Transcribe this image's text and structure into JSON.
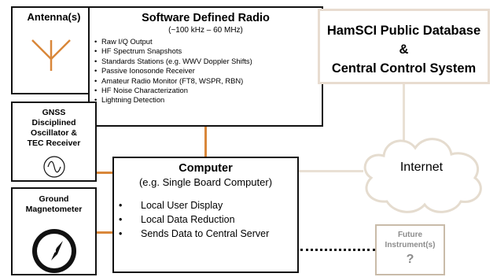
{
  "antenna": {
    "title": "Antenna(s)"
  },
  "sdr": {
    "title": "Software Defined Radio",
    "subtitle": "(~100 kHz – 60 MHz)",
    "items": [
      "Raw I/Q Output",
      "HF Spectrum Snapshots",
      "Standards Stations (e.g. WWV Doppler Shifts)",
      "Passive Ionosonde Receiver",
      "Amateur Radio Monitor (FT8, WSPR, RBN)",
      "HF Noise Characterization",
      "Lightning Detection"
    ]
  },
  "gnss": {
    "lines": [
      "GNSS",
      "Disciplined",
      "Oscillator &",
      "TEC Receiver"
    ]
  },
  "magnetometer": {
    "lines": [
      "Ground",
      "Magnetometer"
    ]
  },
  "computer": {
    "title": "Computer",
    "subtitle": "(e.g. Single Board Computer)",
    "items": [
      "Local User Display",
      "Local Data Reduction",
      "Sends Data to Central Server"
    ]
  },
  "internet": {
    "label": "Internet"
  },
  "hamsci": {
    "lines": [
      "HamSCI Public Database",
      "&",
      "Central Control System"
    ]
  },
  "future": {
    "lines": [
      "Future",
      "Instrument(s)"
    ],
    "mark": "?"
  },
  "colors": {
    "connector": "#d9873a",
    "link": "#e9e0d4",
    "border": "#111111",
    "future_text": "#8c8c8c"
  }
}
